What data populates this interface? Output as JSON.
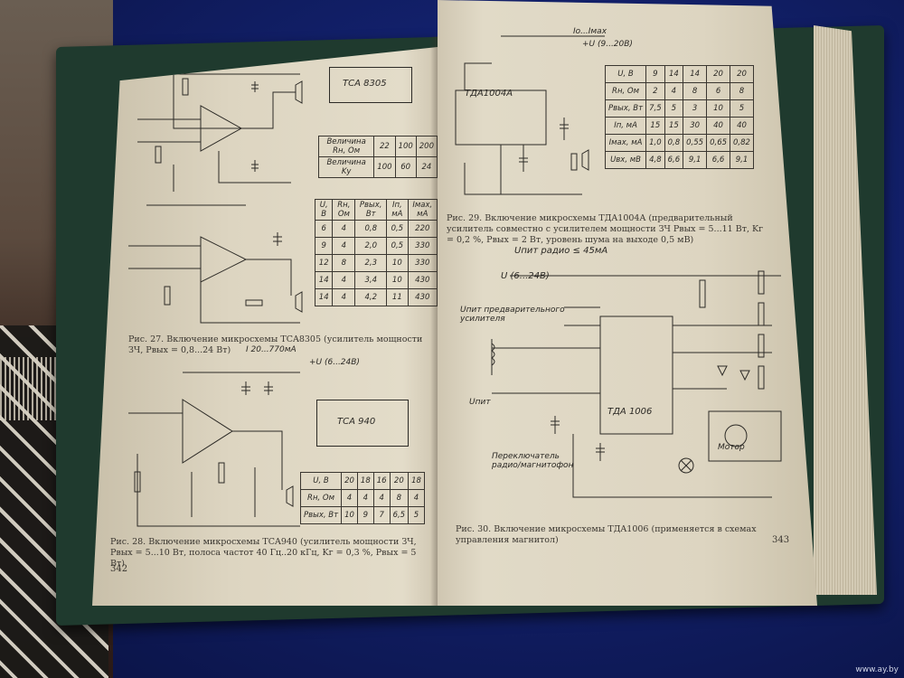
{
  "left_page": {
    "fig27_caption": "Рис. 27. Включение микросхемы TCA8305 (усилитель мощности ЗЧ, Pвых = 0,8...24 Вт)",
    "fig28_caption": "Рис. 28. Включение микросхемы TCA940 (усилитель мощности ЗЧ, Pвых = 5...10 Вт, полоса частот 40 Гц..20 кГц, Kг = 0,3 %, Pвых = 5 Вт)",
    "page_number": "342",
    "chip1_label": "TCA 8305",
    "chip2_label": "TCA 940",
    "table1": [
      [
        "Величина Rн, Ом",
        "22",
        "100",
        "200"
      ],
      [
        "Величина Kу",
        "100",
        "60",
        "24"
      ]
    ],
    "table2": [
      [
        "U, В",
        "Rн, Ом",
        "Pвых, Вт",
        "Iп, мА",
        "Iмах, мА"
      ],
      [
        "6",
        "4",
        "0,8",
        "0,5",
        "220"
      ],
      [
        "9",
        "4",
        "2,0",
        "0,5",
        "330"
      ],
      [
        "12",
        "8",
        "2,3",
        "10",
        "330"
      ],
      [
        "14",
        "4",
        "3,4",
        "10",
        "430"
      ],
      [
        "14",
        "4",
        "4,2",
        "11",
        "430"
      ]
    ],
    "table3": [
      [
        "U, В",
        "20",
        "18",
        "16",
        "20",
        "18"
      ],
      [
        "Rн, Ом",
        "4",
        "4",
        "4",
        "8",
        "4"
      ],
      [
        "Pвых, Вт",
        "10",
        "9",
        "7",
        "6,5",
        "5"
      ]
    ],
    "current_label": "I 20...770мА",
    "voltage_label": "+U (6...24В)"
  },
  "right_page": {
    "chip_label": "TДA1004A",
    "chip2_label": "TДA 1006",
    "fig29_caption": "Рис. 29. Включение микросхемы TДA1004A (предварительный усилитель совместно с усилителем мощности ЗЧ Pвых = 5...11 Вт, Kг = 0,2 %, Pвых = 2 Вт, уровень шума на выходе 0,5 мВ)",
    "fig30_caption": "Рис. 30. Включение микросхемы TДA1006 (применяется в схемах управления магнитол)",
    "page_number": "343",
    "top_label": "Iо...Iмах",
    "top_voltage": "+U (9...20В)",
    "power_label": "Uпит радио ≤ 45мА",
    "supply_label": "U (6...24В)",
    "preamp_label": "Uпит предварительного усилителя",
    "uin_label": "Uпит",
    "switch_label": "Переключатель радио/магнитофон",
    "motor_label": "Мотор",
    "table": [
      [
        "U, В",
        "9",
        "14",
        "14",
        "20",
        "20"
      ],
      [
        "Rн, Ом",
        "2",
        "4",
        "8",
        "6",
        "8"
      ],
      [
        "Pвых, Вт",
        "7,5",
        "5",
        "3",
        "10",
        "5"
      ],
      [
        "Iп, мА",
        "15",
        "15",
        "30",
        "40",
        "40"
      ],
      [
        "Iмах, мА",
        "1,0",
        "0,8",
        "0,55",
        "0,65",
        "0,82"
      ],
      [
        "Uвх, мВ",
        "4,8",
        "6,6",
        "9,1",
        "6,6",
        "9,1"
      ]
    ]
  },
  "watermark": "www.ay.by"
}
